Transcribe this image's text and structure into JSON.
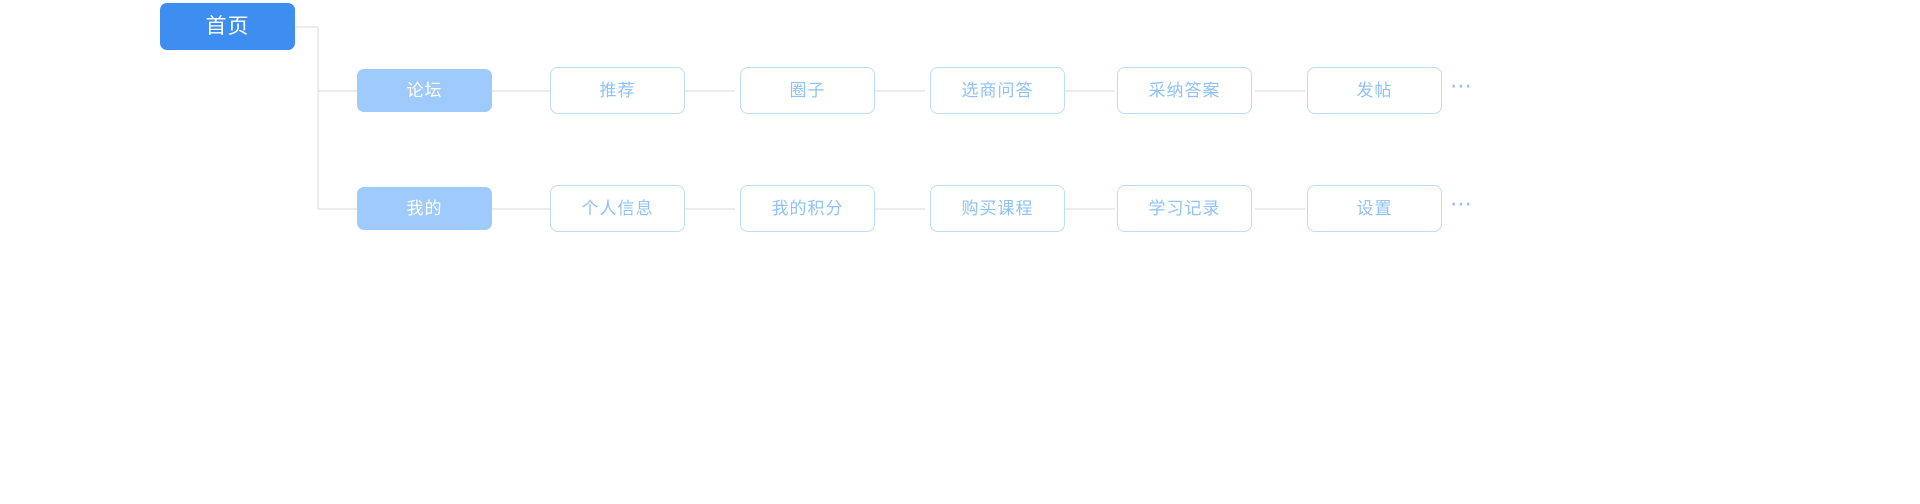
{
  "diagram": {
    "type": "sitemap-tree",
    "orientation": "left-to-right",
    "colors": {
      "root_fill": "#3d8ef0",
      "branch_fill": "#9fcbfc",
      "leaf_fill": "#ffffff",
      "leaf_border": "#bcdcfc",
      "leaf_text": "#8fc2f7",
      "connector": "#d8d8d8",
      "node_text_light": "#ffffff",
      "background": "#ffffff"
    },
    "root": {
      "label": "首页"
    },
    "branches": [
      {
        "label": "论坛",
        "overflow_indicator": "⋯",
        "children": [
          {
            "label": "推荐"
          },
          {
            "label": "圈子"
          },
          {
            "label": "选商问答"
          },
          {
            "label": "采纳答案"
          },
          {
            "label": "发帖"
          }
        ]
      },
      {
        "label": "我的",
        "overflow_indicator": "⋯",
        "children": [
          {
            "label": "个人信息"
          },
          {
            "label": "我的积分"
          },
          {
            "label": "购买课程"
          },
          {
            "label": "学习记录"
          },
          {
            "label": "设置"
          }
        ]
      }
    ]
  }
}
